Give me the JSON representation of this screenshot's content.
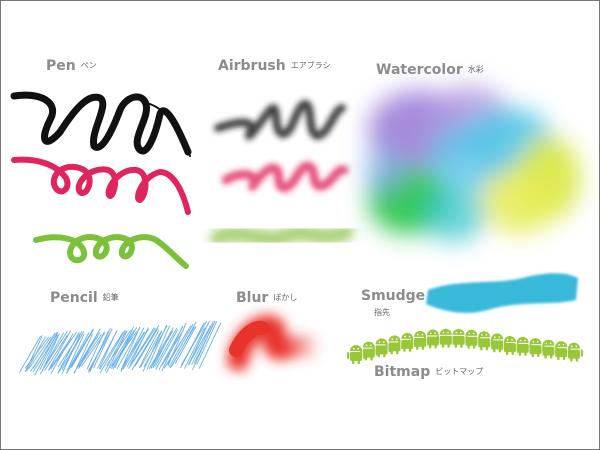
{
  "brushes": {
    "pen": {
      "name": "Pen",
      "jp": "ペン"
    },
    "airbrush": {
      "name": "Airbrush",
      "jp": "エアブラシ"
    },
    "watercolor": {
      "name": "Watercolor",
      "jp": "水彩"
    },
    "pencil": {
      "name": "Pencil",
      "jp": "鉛筆"
    },
    "blur": {
      "name": "Blur",
      "jp": "ぼかし"
    },
    "smudge": {
      "name": "Smudge",
      "jp": "指先"
    },
    "bitmap": {
      "name": "Bitmap",
      "jp": "ビットマップ"
    }
  },
  "colors": {
    "black": "#111111",
    "pink": "#e0245e",
    "green": "#7cc13a",
    "blue": "#5aa7e6",
    "red": "#e8332b",
    "cyan": "#2fb6d8",
    "android_green": "#98c83a"
  }
}
